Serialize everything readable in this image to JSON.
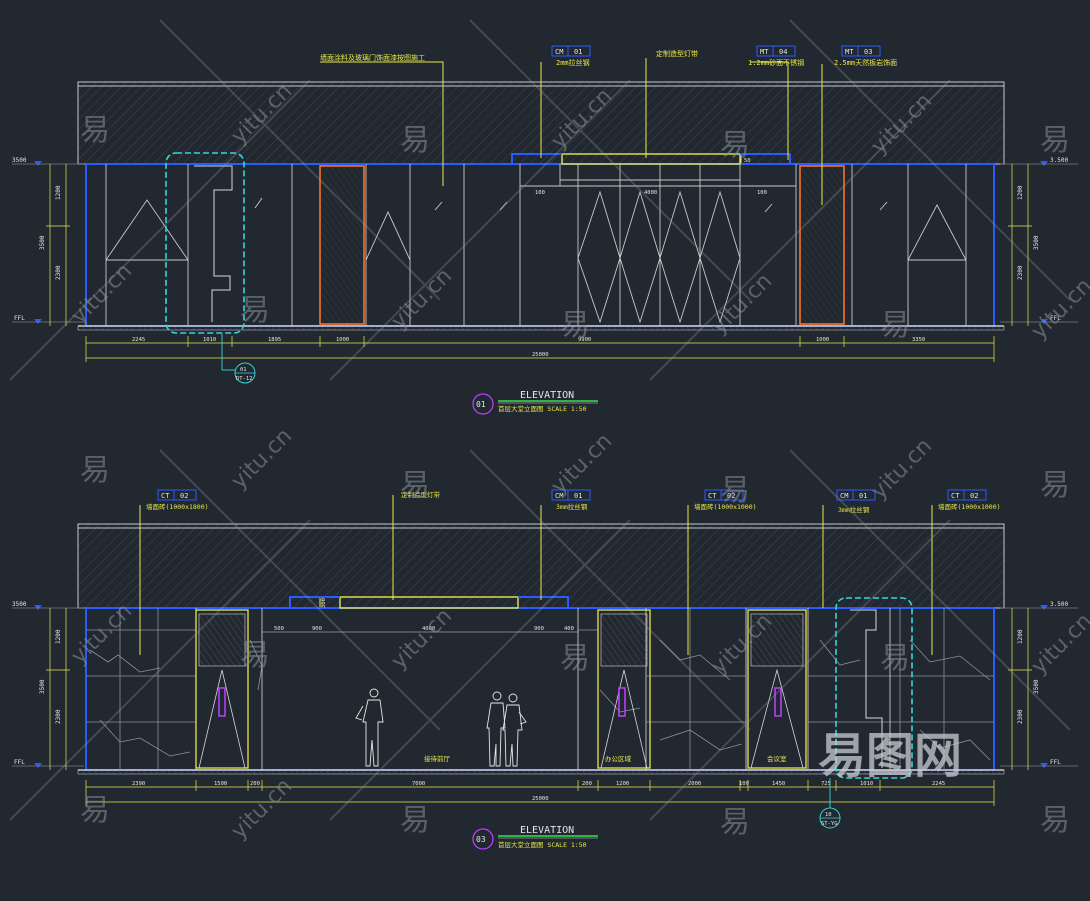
{
  "elevation_01": {
    "callouts_top": [
      "墙面涂料及玻璃门饰面漆按图施工",
      "2mm拉丝钢",
      "定制造型灯带",
      "1.2mm砂面不锈钢",
      "2.5mm天然板岩饰面"
    ],
    "tags": [
      {
        "code": "CM",
        "num": "01"
      },
      {
        "code": "MT",
        "num": "04"
      },
      {
        "code": "MT",
        "num": "03"
      }
    ],
    "level_top": "3500",
    "level_top_right": "3.500",
    "level_floor": "FFL",
    "left_dims": [
      "1200",
      "3500",
      "2300"
    ],
    "right_dims": [
      "1200",
      "3500",
      "2300"
    ],
    "inner_dims": [
      "100",
      "4000",
      "100",
      "50"
    ],
    "bottom_dims": [
      "2245",
      "1010",
      "1895",
      "1000",
      "9900",
      "1000",
      "3350"
    ],
    "total_dim": "25000",
    "detail_callout": {
      "top": "01",
      "bottom": "DT-12"
    },
    "title_num": "01",
    "title": "ELEVATION",
    "subtitle": "首层大堂立面图 SCALE 1:50"
  },
  "elevation_03": {
    "callouts_top": [
      "墙面砖(1000x1800)",
      "定制造型灯带",
      "3mm拉丝钢",
      "墙面砖(1000x1000)",
      "3mm拉丝钢",
      "墙面砖(1000x1000)"
    ],
    "tags": [
      {
        "code": "CT",
        "num": "02"
      },
      {
        "code": "CM",
        "num": "01"
      },
      {
        "code": "CT",
        "num": "02"
      },
      {
        "code": "CM",
        "num": "01"
      },
      {
        "code": "CT",
        "num": "02"
      }
    ],
    "level_top": "3500",
    "level_top_right": "3.500",
    "level_floor": "FFL",
    "left_dims": [
      "1200",
      "3500",
      "2300"
    ],
    "right_dims": [
      "1200",
      "3500",
      "2300"
    ],
    "inner_dims": [
      "500",
      "900",
      "4000",
      "900",
      "400",
      "300"
    ],
    "room_labels": [
      "接待前厅",
      "办公区域",
      "会议室"
    ],
    "bottom_dims": [
      "2390",
      "1500",
      "200",
      "7000",
      "200",
      "1200",
      "2000",
      "100",
      "1450",
      "725",
      "1010",
      "2245"
    ],
    "total_dim": "25000",
    "detail_callout": {
      "top": "10",
      "bottom": "ST-YG"
    },
    "title_num": "03",
    "title": "ELEVATION",
    "subtitle": "首层大堂立面图 SCALE 1:50"
  },
  "watermarks": {
    "glyph": "易",
    "site": "yitu.cn",
    "logo": "易图网"
  },
  "colors": {
    "background": "#212830",
    "outline_blue": "#2a5bff",
    "accent_yellow": "#e8e84a",
    "accent_cyan": "#36d6d6",
    "accent_orange": "#ff7a2a",
    "accent_magenta": "#c040ff",
    "accent_green": "#37e04a",
    "line_white": "#d8d8d8"
  }
}
